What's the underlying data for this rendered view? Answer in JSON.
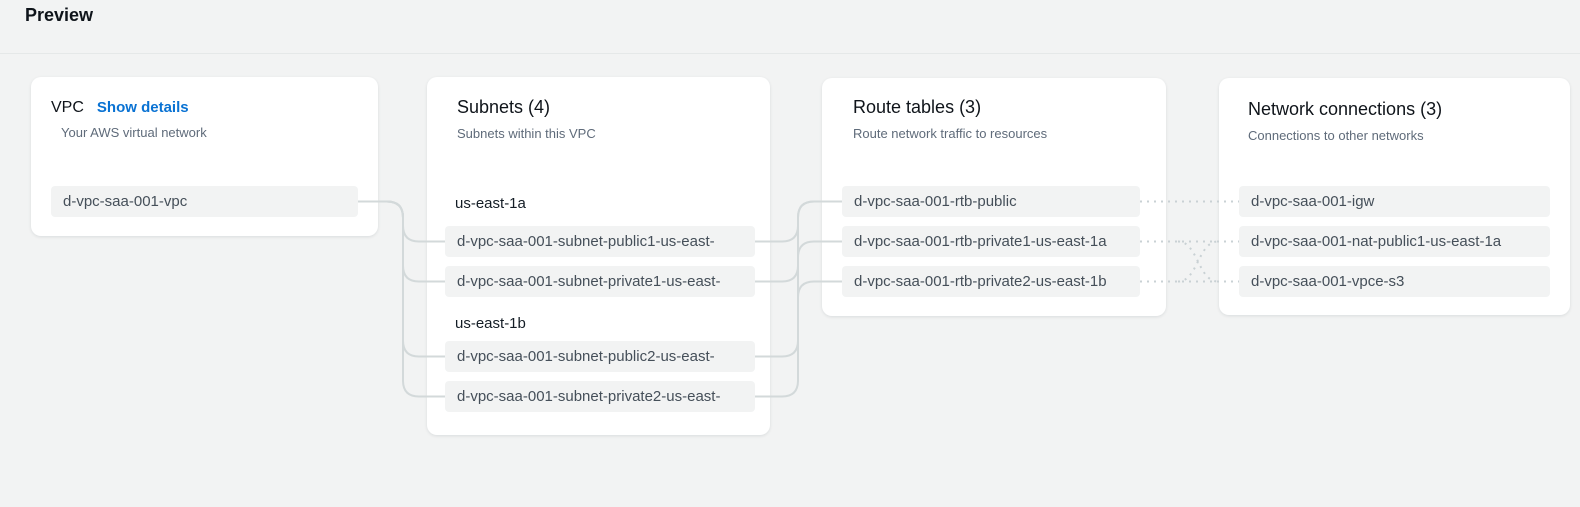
{
  "page": {
    "title": "Preview"
  },
  "colors": {
    "background": "#f2f3f3",
    "card_background": "#ffffff",
    "pill_background": "#f2f3f3",
    "link_blue": "#0972d3",
    "connector_line": "#d3d9da",
    "connector_dotted": "#c9d1d4"
  },
  "cards": {
    "vpc": {
      "title": "VPC",
      "show_details_label": "Show details",
      "subtitle": "Your AWS virtual network",
      "items": [
        "d-vpc-saa-001-vpc"
      ]
    },
    "subnets": {
      "title": "Subnets (4)",
      "subtitle": "Subnets within this VPC",
      "groups": [
        {
          "zone": "us-east-1a",
          "items": [
            "d-vpc-saa-001-subnet-public1-us-east-",
            "d-vpc-saa-001-subnet-private1-us-east-"
          ]
        },
        {
          "zone": "us-east-1b",
          "items": [
            "d-vpc-saa-001-subnet-public2-us-east-",
            "d-vpc-saa-001-subnet-private2-us-east-"
          ]
        }
      ]
    },
    "route_tables": {
      "title": "Route tables (3)",
      "subtitle": "Route network traffic to resources",
      "items": [
        "d-vpc-saa-001-rtb-public",
        "d-vpc-saa-001-rtb-private1-us-east-1a",
        "d-vpc-saa-001-rtb-private2-us-east-1b"
      ]
    },
    "network_connections": {
      "title": "Network connections (3)",
      "subtitle": "Connections to other networks",
      "items": [
        "d-vpc-saa-001-igw",
        "d-vpc-saa-001-nat-public1-us-east-1a",
        "d-vpc-saa-001-vpce-s3"
      ]
    }
  }
}
